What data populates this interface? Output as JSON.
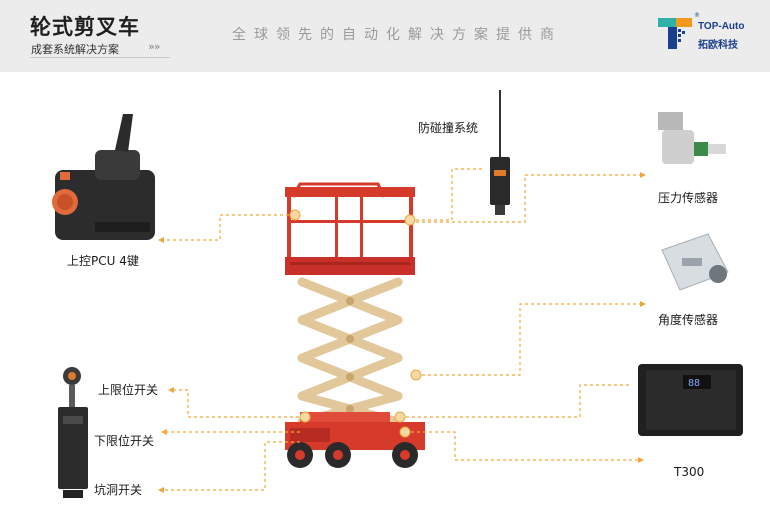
{
  "header": {
    "title": "轮式剪叉车",
    "subtitle": "成套系统解决方案",
    "subtitle_arrows": "»»",
    "slogan": "全球领先的自动化解决方案提供商",
    "logo_en": "TOP-Auto",
    "logo_cn": "拓欧科技",
    "logo_reg": "®"
  },
  "components": {
    "pcu": "上控PCU 4键",
    "anti_collision": "防碰撞系统",
    "pressure_sensor": "压力传感器",
    "angle_sensor": "角度传感器",
    "controller": "T300",
    "controller_display": "88",
    "upper_limit": "上限位开关",
    "lower_limit": "下限位开关",
    "pit_switch": "坑洞开关"
  },
  "colors": {
    "lift_red": "#d63a2a",
    "scissor_beige": "#e2c79a",
    "connector_orange": "#f0a63a",
    "logo_blue": "#1b3f8f",
    "logo_orange": "#f39a1e",
    "logo_teal": "#2fb0a8"
  }
}
